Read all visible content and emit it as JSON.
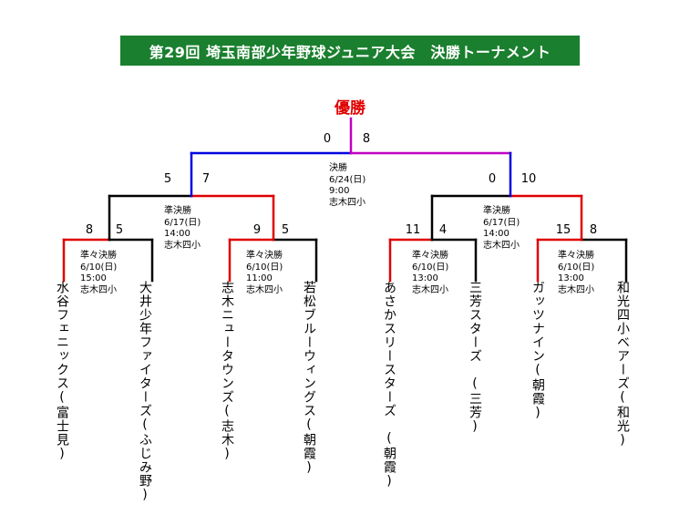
{
  "title": "第29回 埼玉南部少年野球ジュニア大会　決勝トーナメント",
  "champion_label": "優勝",
  "colors": {
    "title_bg": "#1a7f2e",
    "title_text": "#ffffff",
    "champion_text": "#e00000",
    "win_left": "#e00000",
    "win_right": "#0000e0",
    "final": "#c000c0",
    "loss": "#000000"
  },
  "final": {
    "score_left": "0",
    "score_right": "8",
    "info": "決勝\n6/24(日)\n9:00\n志木四小"
  },
  "semifinals": [
    {
      "score_left": "5",
      "score_right": "7",
      "info": "準決勝\n6/17(日)\n14:00\n志木四小"
    },
    {
      "score_left": "0",
      "score_right": "10",
      "info": "準決勝\n6/17(日)\n14:00\n志木四小"
    }
  ],
  "quarterfinals": [
    {
      "score_left": "8",
      "score_right": "5",
      "info": "準々決勝\n6/10(日)\n15:00\n志木四小"
    },
    {
      "score_left": "9",
      "score_right": "5",
      "info": "準々決勝\n6/10(日)\n11:00\n志木四小"
    },
    {
      "score_left": "11",
      "score_right": "4",
      "info": "準々決勝\n6/10(日)\n13:00\n志木四小"
    },
    {
      "score_left": "15",
      "score_right": "8",
      "info": "準々決勝\n6/10(日)\n13:00\n志木四小"
    }
  ],
  "teams": [
    {
      "name": "水谷フェニックス(富士見)"
    },
    {
      "name": "大井少年ファイターズ(ふじみ野)"
    },
    {
      "name": "志木ニュータウンズ(志木)"
    },
    {
      "name": "若松ブルーウィングス(朝霞)"
    },
    {
      "name": "あさかスリースターズ　(朝霞)"
    },
    {
      "name": "三芳スターズ　(三芳)"
    },
    {
      "name": "ガッツナイン(朝霞)"
    },
    {
      "name": "和光四小ベアーズ(和光)"
    }
  ]
}
